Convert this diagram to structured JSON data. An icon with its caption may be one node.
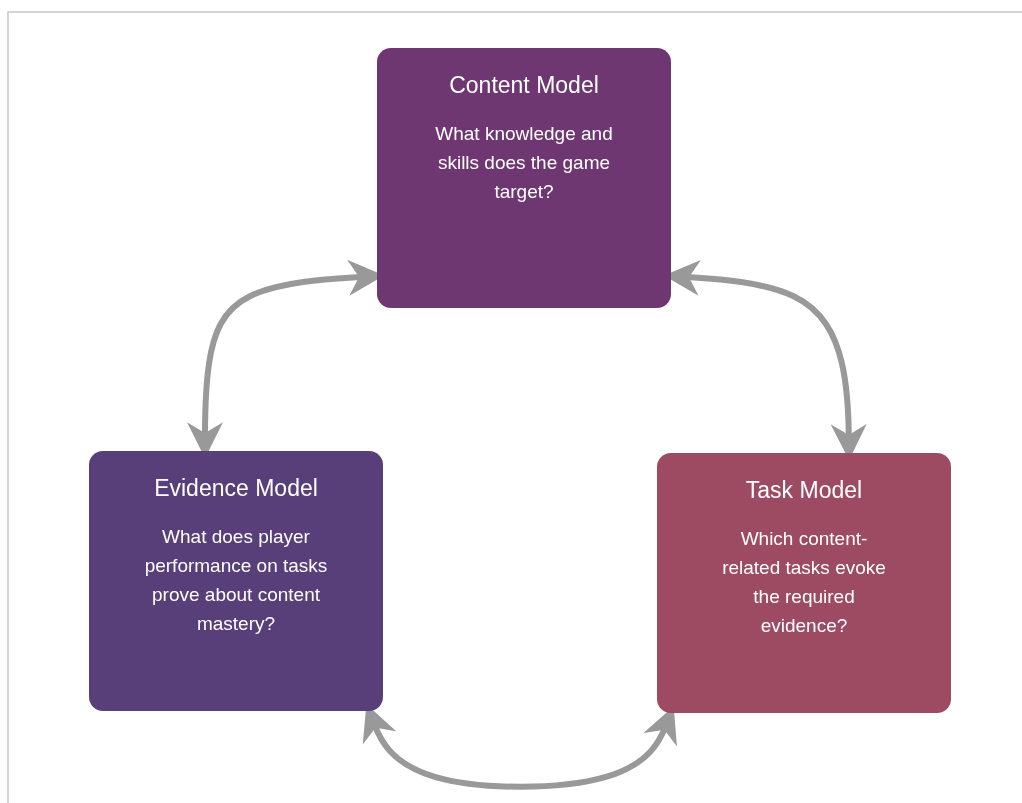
{
  "diagram": {
    "nodes": [
      {
        "text": [
          "Content Model",
          "What knowledge and skills does the game target?"
        ]
      },
      {
        "text": [
          "Evidence Model",
          "What does player performance on tasks prove about content mastery?"
        ]
      },
      {
        "text": [
          "Task Model",
          "Which content-related tasks evoke the required evidence?"
        ]
      }
    ],
    "edges": [
      {
        "from": 0,
        "to": 1,
        "arrow": "both"
      },
      {
        "from": 0,
        "to": 2,
        "arrow": "both"
      },
      {
        "from": 1,
        "to": 2,
        "arrow": "both"
      }
    ]
  }
}
